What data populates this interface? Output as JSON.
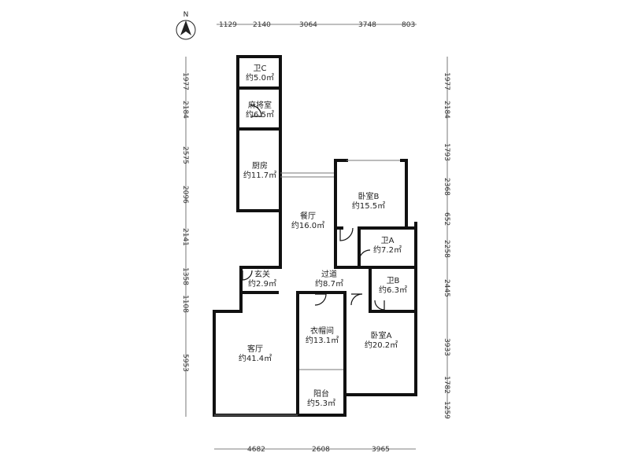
{
  "compass": {
    "label": "N"
  },
  "rooms": [
    {
      "name": "卫C",
      "area": "约5.0㎡"
    },
    {
      "name": "麻将室",
      "area": "约6.5㎡"
    },
    {
      "name": "厨房",
      "area": "约11.7㎡"
    },
    {
      "name": "餐厅",
      "area": "约16.0㎡"
    },
    {
      "name": "卧室B",
      "area": "约15.5㎡"
    },
    {
      "name": "卫A",
      "area": "约7.2㎡"
    },
    {
      "name": "卫B",
      "area": "约6.3㎡"
    },
    {
      "name": "过道",
      "area": "约8.7㎡"
    },
    {
      "name": "玄关",
      "area": "约2.9㎡"
    },
    {
      "name": "客厅",
      "area": "约41.4㎡"
    },
    {
      "name": "衣帽间",
      "area": "约13.1㎡"
    },
    {
      "name": "卧室A",
      "area": "约20.2㎡"
    },
    {
      "name": "阳台",
      "area": "约5.3㎡"
    }
  ],
  "dimensions": {
    "top": [
      "1129",
      "2140",
      "3064",
      "3748",
      "803"
    ],
    "bottom": [
      "4682",
      "2608",
      "3965"
    ],
    "left": [
      "1977",
      "2184",
      "2575",
      "2096",
      "2141",
      "1358",
      "1108",
      "5953"
    ],
    "right": [
      "1977",
      "2184",
      "1793",
      "2368",
      "652",
      "2258",
      "2445",
      "3933",
      "1782",
      "1259"
    ]
  }
}
